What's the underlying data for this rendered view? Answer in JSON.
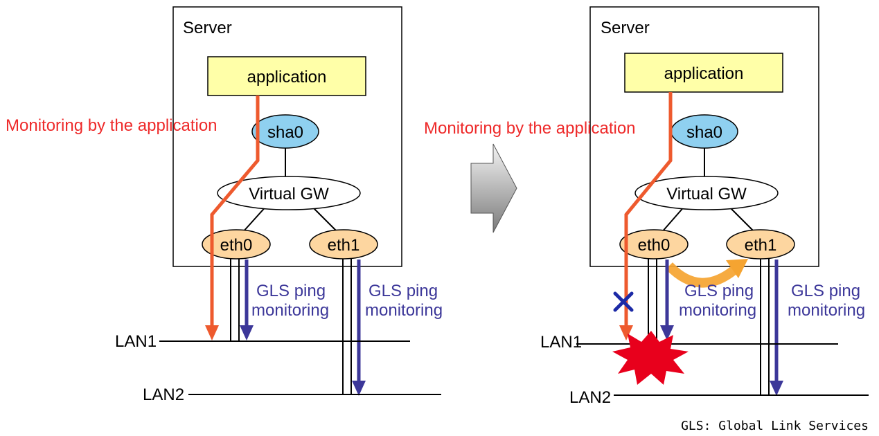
{
  "left": {
    "server_label": "Server",
    "application_label": "application",
    "sha0_label": "sha0",
    "virtual_gw_label": "Virtual GW",
    "eth0_label": "eth0",
    "eth1_label": "eth1",
    "monitoring_app_label": "Monitoring by the application",
    "gls_ping_1": [
      "GLS ping",
      "monitoring"
    ],
    "gls_ping_2": [
      "GLS ping",
      "monitoring"
    ],
    "lan1_label": "LAN1",
    "lan2_label": "LAN2"
  },
  "right": {
    "server_label": "Server",
    "application_label": "application",
    "sha0_label": "sha0",
    "virtual_gw_label": "Virtual GW",
    "eth0_label": "eth0",
    "eth1_label": "eth1",
    "monitoring_app_label": "Monitoring by the application",
    "gls_ping_1": [
      "GLS ping",
      "monitoring"
    ],
    "gls_ping_2": [
      "GLS ping",
      "monitoring"
    ],
    "lan1_label": "LAN1",
    "lan2_label": "LAN2"
  },
  "footnote": "GLS: Global Link Services",
  "colors": {
    "monitoring_app": "#ee5a2e",
    "gls_ping": "#3c3799",
    "application_fill": "#ffffa8",
    "sha0_fill": "#8fd0f0",
    "eth_fill": "#fdd6a0",
    "switch_arrow": "#f5a431",
    "failure": "#e8001c",
    "fail_cross": "#1c2aa6"
  }
}
